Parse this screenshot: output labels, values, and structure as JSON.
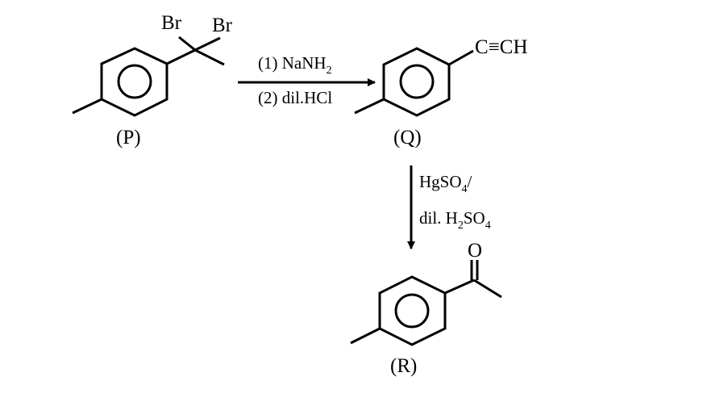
{
  "compounds": {
    "P": {
      "label": "(P)",
      "substituent_1": "Br",
      "substituent_2": "Br"
    },
    "Q": {
      "label": "(Q)",
      "substituent": "C≡CH"
    },
    "R": {
      "label": "(R)",
      "substituent": "O"
    }
  },
  "reaction_1": {
    "step_1_prefix": "(1) NaNH",
    "step_1_sub": "2",
    "step_2": "(2) dil.HCl"
  },
  "reaction_2": {
    "line_1_prefix": "HgSO",
    "line_1_sub": "4",
    "line_1_suffix": "/",
    "line_2_prefix": "dil. H",
    "line_2_sub1": "2",
    "line_2_mid": "SO",
    "line_2_sub2": "4"
  },
  "colors": {
    "stroke": "#000000",
    "background": "#ffffff"
  }
}
